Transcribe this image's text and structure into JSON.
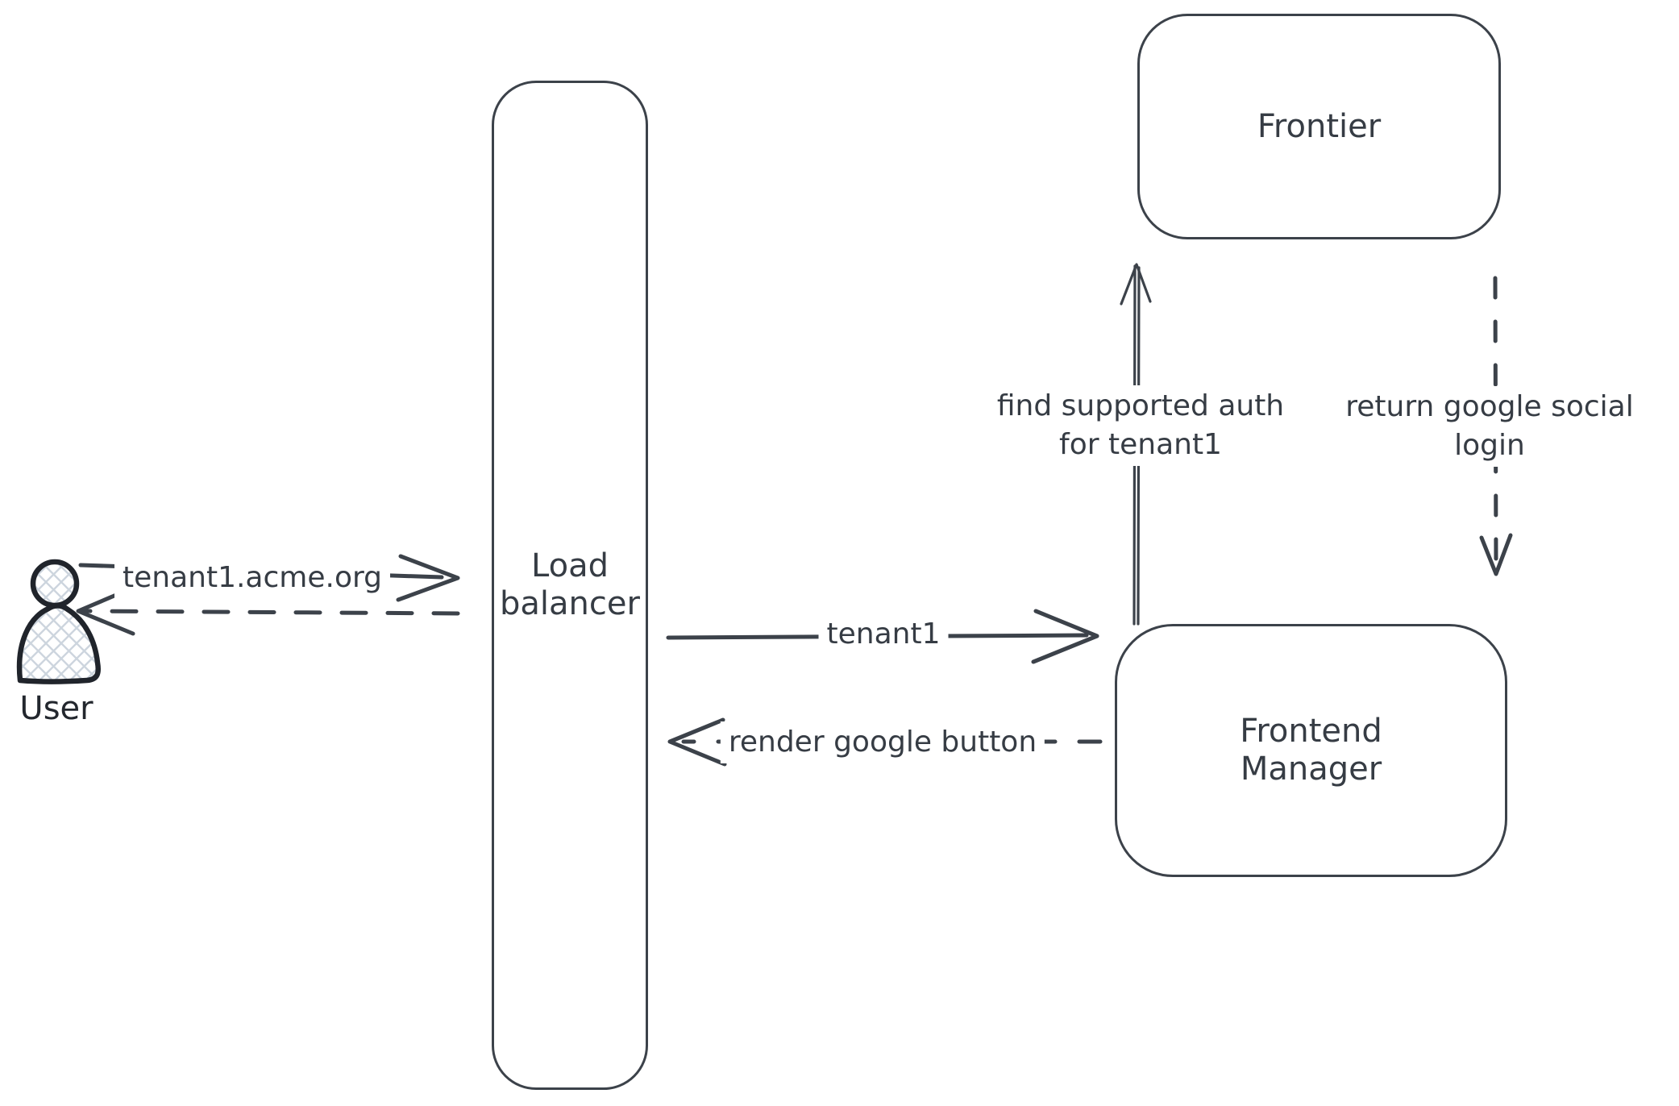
{
  "diagram": {
    "colors": {
      "background": "#ffffff",
      "stroke": "#3c424a",
      "text": "#363c44",
      "user_icon_stroke": "#20242b",
      "user_icon_hatch": "#cdd5de"
    },
    "nodes": {
      "user": {
        "label": "User",
        "icon": "user-icon"
      },
      "load_balancer": {
        "line1": "Load",
        "line2": "balancer"
      },
      "frontier": {
        "label": "Frontier"
      },
      "frontend_manager": {
        "line1": "Frontend",
        "line2": "Manager"
      }
    },
    "edges": {
      "user_to_load_balancer": {
        "label": "tenant1.acme.org",
        "style": "solid",
        "direction": "right"
      },
      "load_balancer_to_user": {
        "style": "dashed",
        "direction": "left"
      },
      "load_balancer_to_frontend_manager": {
        "label": "tenant1",
        "style": "solid",
        "direction": "right"
      },
      "frontend_manager_to_load_balancer": {
        "label": "render google button",
        "style": "dashed",
        "direction": "left"
      },
      "frontend_manager_to_frontier": {
        "line1": "find supported auth",
        "line2": "for tenant1",
        "style": "solid",
        "direction": "up"
      },
      "frontier_to_frontend_manager": {
        "line1": "return google social",
        "line2": "login",
        "style": "dashed",
        "direction": "down"
      }
    }
  }
}
